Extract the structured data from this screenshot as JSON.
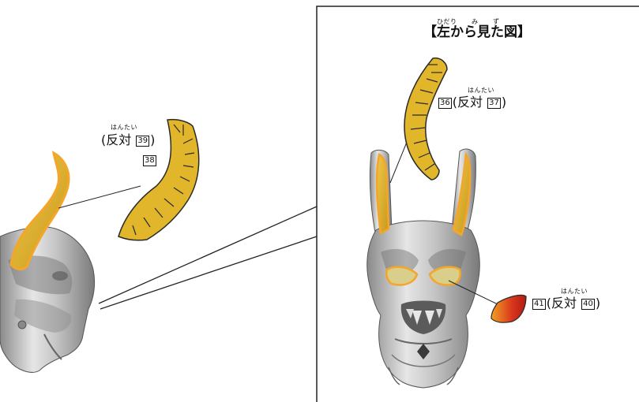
{
  "colors": {
    "horn_gold": "#E2B62A",
    "part_outline": "#2a2a2a",
    "skull_silver": "#b9b9b9",
    "eye_piece": "#d23a1c",
    "highlight": "#F4A62A"
  },
  "side_view": {
    "title_open": "【",
    "title_text": "左から見た図",
    "title_close": "】",
    "title_ruby_1": "ひだり",
    "title_ruby_2": "み",
    "title_ruby_3": "ず"
  },
  "parts": {
    "left_horn": {
      "ruby": "はんたい",
      "open_paren": "(",
      "opposite_word": "反対",
      "opposite_number": "39",
      "close_paren": ")",
      "number": "38"
    },
    "right_horn": {
      "number": "36",
      "ruby": "はんたい",
      "open_paren": "(",
      "opposite_word": "反対",
      "opposite_number": "37",
      "close_paren": ")"
    },
    "eye": {
      "number": "41",
      "ruby": "はんたい",
      "open_paren": "(",
      "opposite_word": "反対",
      "opposite_number": "40",
      "close_paren": ")"
    }
  }
}
